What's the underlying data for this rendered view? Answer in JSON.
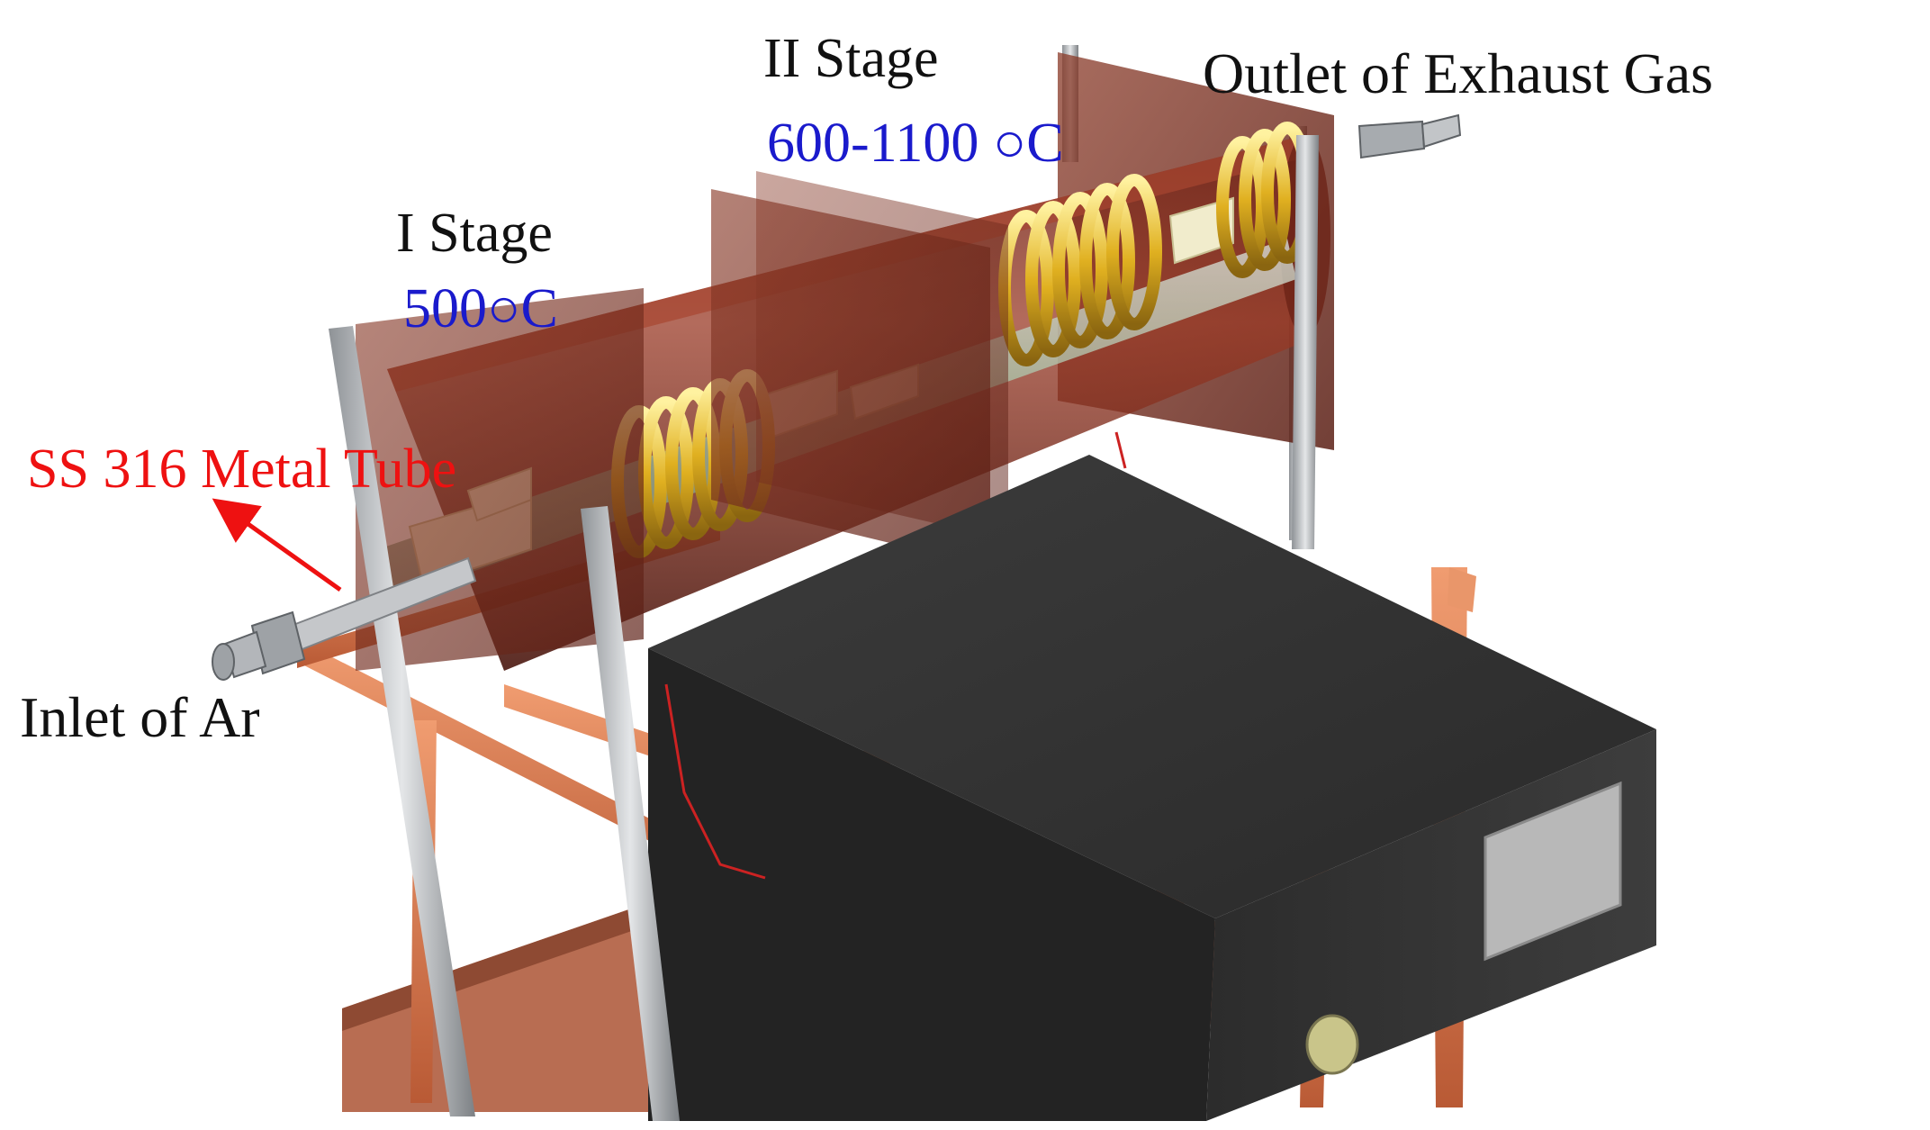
{
  "labels": {
    "stage1_title": "I Stage",
    "stage1_temp": "500○C",
    "stage2_title": "II Stage",
    "stage2_temp": "600-1100 ○C",
    "outlet": "Outlet of Exhaust Gas",
    "inlet": "Inlet of Ar",
    "tube": "SS 316 Metal Tube"
  },
  "colors": {
    "label_text": "#111111",
    "temperature_text": "#1a1acc",
    "tube_label": "#ee1111",
    "furnace_body": "#7a2a1c",
    "heating_coil": "#e0b020",
    "control_box": "#2b2b2b",
    "frame": "#d67a50",
    "steel_rod": "#b8bcc0"
  }
}
